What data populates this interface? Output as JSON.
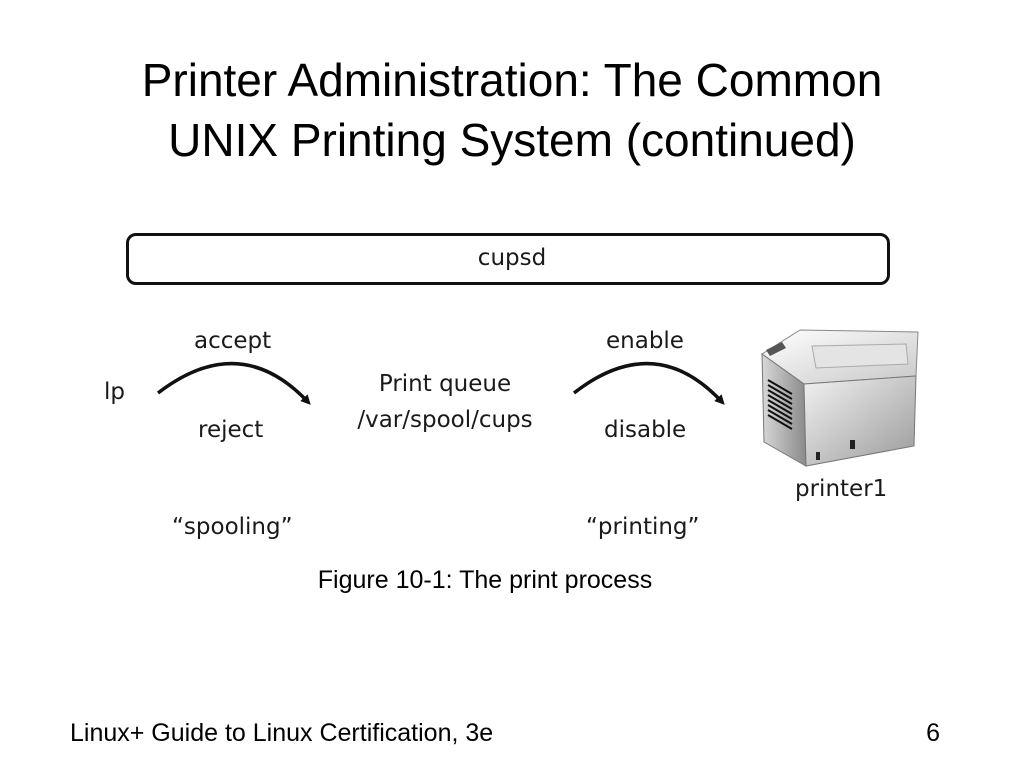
{
  "slide": {
    "title_lines": [
      "Printer Administration: The Common",
      "UNIX Printing System (continued)"
    ],
    "footer_text": "Linux+ Guide to Linux Certification, 3e",
    "page_number": "6"
  },
  "diagram": {
    "daemon_label": "cupsd",
    "source_label": "lp",
    "left_arrow": {
      "top_label": "accept",
      "bottom_label": "reject",
      "phase_label": "“spooling”"
    },
    "queue": {
      "line1": "Print queue",
      "line2": "/var/spool/cups"
    },
    "right_arrow": {
      "top_label": "enable",
      "bottom_label": "disable",
      "phase_label": "“printing”"
    },
    "printer_label": "printer1",
    "printer_icon": "printer-icon",
    "caption": "Figure 10-1: The print process"
  }
}
